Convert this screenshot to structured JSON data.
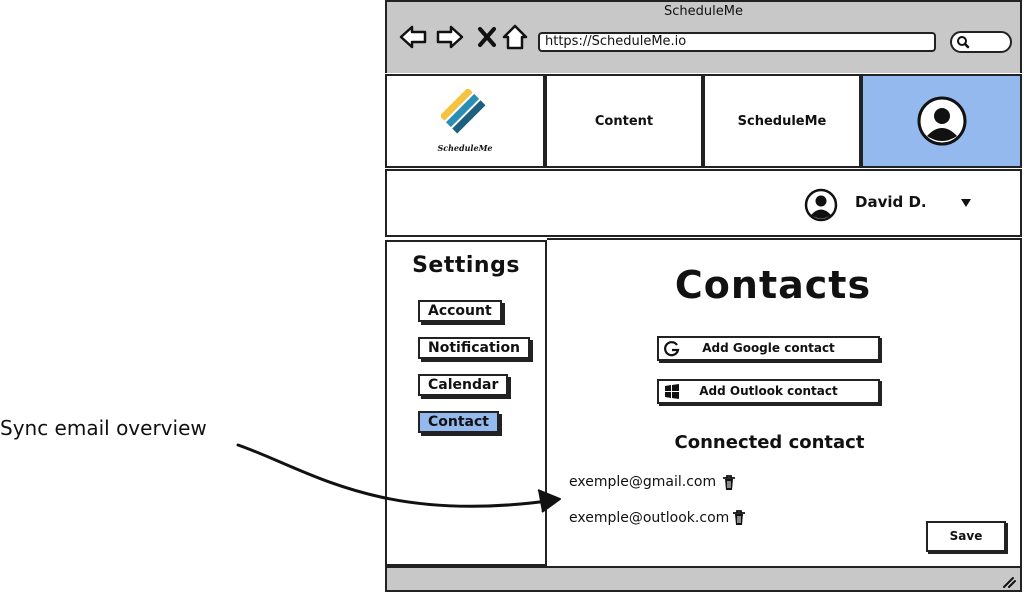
{
  "window": {
    "title": "ScheduleMe"
  },
  "browser": {
    "url": "https://ScheduleMe.io",
    "icons": [
      "back-arrow-icon",
      "forward-arrow-icon",
      "close-x-icon",
      "home-icon",
      "search-icon"
    ]
  },
  "nav": {
    "logo_text": "ScheduleMe",
    "content_label": "Content",
    "scheduleme_label": "ScheduleMe",
    "profile_icon": "user-avatar-icon"
  },
  "user": {
    "name": "David D.",
    "dropdown_icon": "caret-down-icon"
  },
  "sidebar": {
    "title": "Settings",
    "items": [
      {
        "label": "Account",
        "active": false
      },
      {
        "label": "Notification",
        "active": false
      },
      {
        "label": "Calendar",
        "active": false
      },
      {
        "label": "Contact",
        "active": true
      }
    ]
  },
  "main": {
    "title": "Contacts",
    "add_google_label": "Add Google contact",
    "add_outlook_label": "Add Outlook contact",
    "connected_title": "Connected contact",
    "contacts": [
      "exemple@gmail.com",
      "exemple@outlook.com"
    ],
    "save_label": "Save"
  },
  "annotation": {
    "text": "Sync email overview"
  },
  "colors": {
    "accent": "#94b9ee",
    "chrome": "#c8c8c8",
    "ink": "#222222"
  }
}
